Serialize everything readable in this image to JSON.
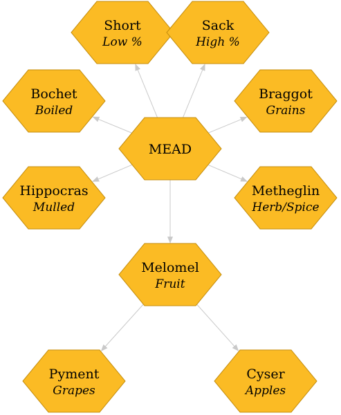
{
  "colors": {
    "node_fill": "#fbbb24",
    "node_stroke": "#c48d0e",
    "edge": "#c9c9c9",
    "text": "#000000"
  },
  "nodes": {
    "mead": {
      "name": "MEAD",
      "sub": ""
    },
    "short": {
      "name": "Short",
      "sub": "Low %"
    },
    "sack": {
      "name": "Sack",
      "sub": "High %"
    },
    "bochet": {
      "name": "Bochet",
      "sub": "Boiled"
    },
    "braggot": {
      "name": "Braggot",
      "sub": "Grains"
    },
    "hippocras": {
      "name": "Hippocras",
      "sub": "Mulled"
    },
    "metheglin": {
      "name": "Metheglin",
      "sub": "Herb/Spice"
    },
    "melomel": {
      "name": "Melomel",
      "sub": "Fruit"
    },
    "pyment": {
      "name": "Pyment",
      "sub": "Grapes"
    },
    "cyser": {
      "name": "Cyser",
      "sub": "Apples"
    }
  },
  "edges": [
    {
      "from": "mead",
      "to": "short"
    },
    {
      "from": "mead",
      "to": "sack"
    },
    {
      "from": "mead",
      "to": "bochet"
    },
    {
      "from": "mead",
      "to": "braggot"
    },
    {
      "from": "mead",
      "to": "hippocras"
    },
    {
      "from": "mead",
      "to": "metheglin"
    },
    {
      "from": "mead",
      "to": "melomel"
    },
    {
      "from": "melomel",
      "to": "pyment"
    },
    {
      "from": "melomel",
      "to": "cyser"
    }
  ]
}
